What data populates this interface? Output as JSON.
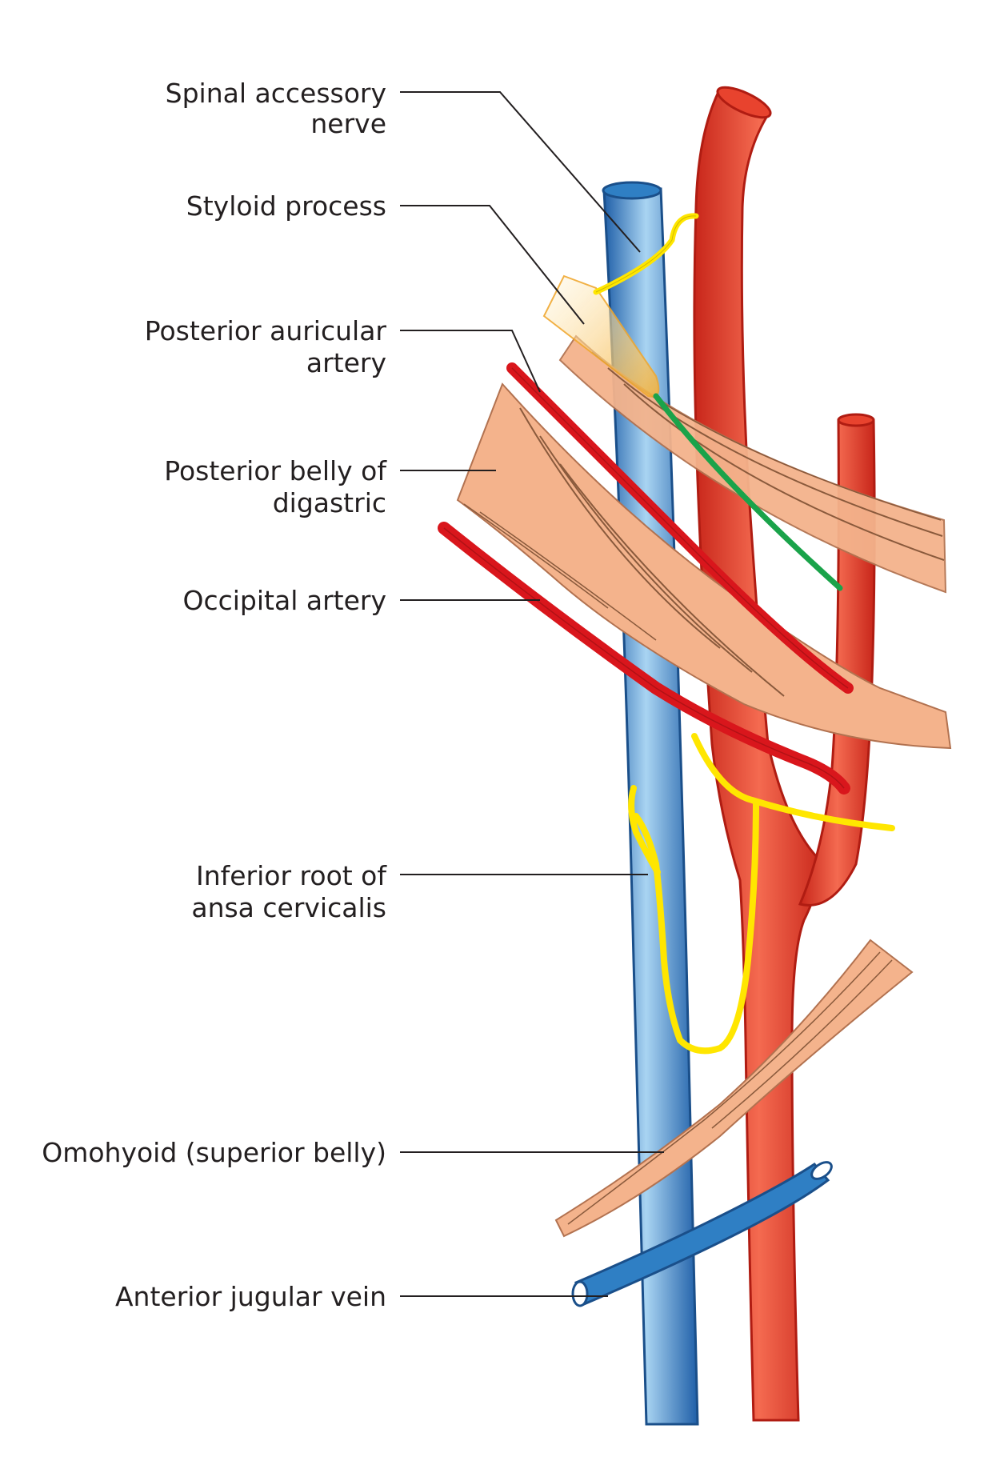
{
  "labels": {
    "spinal_accessory": {
      "line1": "Spinal accessory",
      "line2": "nerve"
    },
    "styloid_process": {
      "line1": "Styloid process"
    },
    "posterior_auricular": {
      "line1": "Posterior auricular",
      "line2": "artery"
    },
    "posterior_belly_digastric": {
      "line1": "Posterior belly of",
      "line2": "digastric"
    },
    "occipital_artery": {
      "line1": "Occipital artery"
    },
    "inferior_root_ansa": {
      "line1": "Inferior root of",
      "line2": "ansa cervicalis"
    },
    "omohyoid": {
      "line1": "Omohyoid (superior belly)"
    },
    "anterior_jugular": {
      "line1": "Anterior jugular vein"
    }
  },
  "colors": {
    "vein": "#2f7fc4",
    "vein_highlight": "#a9d4f2",
    "artery": "#e8432e",
    "artery_dark": "#c8261a",
    "artery_small": "#d9161c",
    "nerve": "#ffe600",
    "hypoglossal_nerve": "#1aa34a",
    "muscle": "#f4b38c",
    "muscle_fiber": "#8a5a3c",
    "styloid": "#f8c860",
    "text": "#231f20"
  }
}
